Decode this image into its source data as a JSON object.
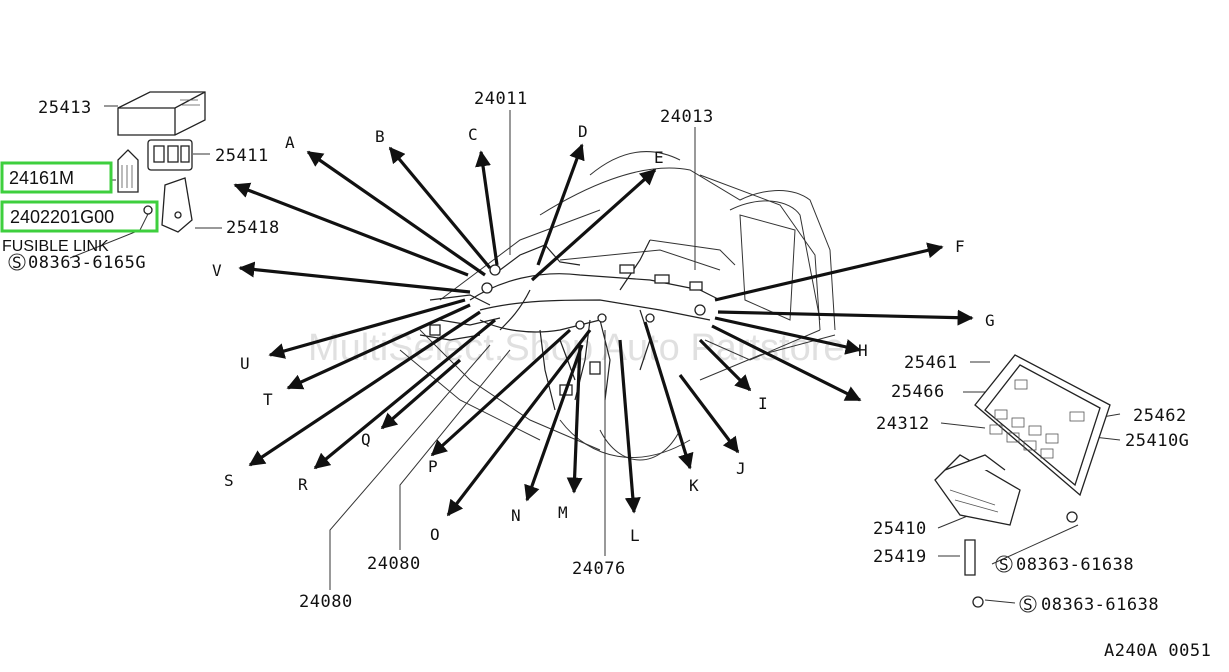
{
  "part_labels": {
    "p25413": "25413",
    "p25411": "25411",
    "p24161m": "24161M",
    "p2402201g00": "2402201G00",
    "fusible_link": "FUSIBLE LINK",
    "p25418": "25418",
    "p08363_6165g": "08363-6165G",
    "p24011": "24011",
    "p24013": "24013",
    "p25461": "25461",
    "p25466": "25466",
    "p25462": "25462",
    "p24312": "24312",
    "p25410g": "25410G",
    "p25410": "25410",
    "p25419": "25419",
    "p08363_61638_a": "08363-61638",
    "p08363_61638_b": "08363-61638",
    "p24080_a": "24080",
    "p24080_b": "24080",
    "p24076": "24076",
    "diagram_code": "A240A 0051",
    "watermark": "MultiSelect.Shop Auto Partstore"
  },
  "screw_symbol": "S",
  "letters": {
    "A": "A",
    "B": "B",
    "C": "C",
    "D": "D",
    "E": "E",
    "F": "F",
    "G": "G",
    "H": "H",
    "I": "I",
    "J": "J",
    "K": "K",
    "L": "L",
    "M": "M",
    "N": "N",
    "O": "O",
    "P": "P",
    "Q": "Q",
    "R": "R",
    "S": "S",
    "T": "T",
    "U": "U",
    "V": "V"
  },
  "colors": {
    "highlight_border": "#3ecf3e",
    "highlight_text": "#1a73d9",
    "ink": "#111111"
  }
}
